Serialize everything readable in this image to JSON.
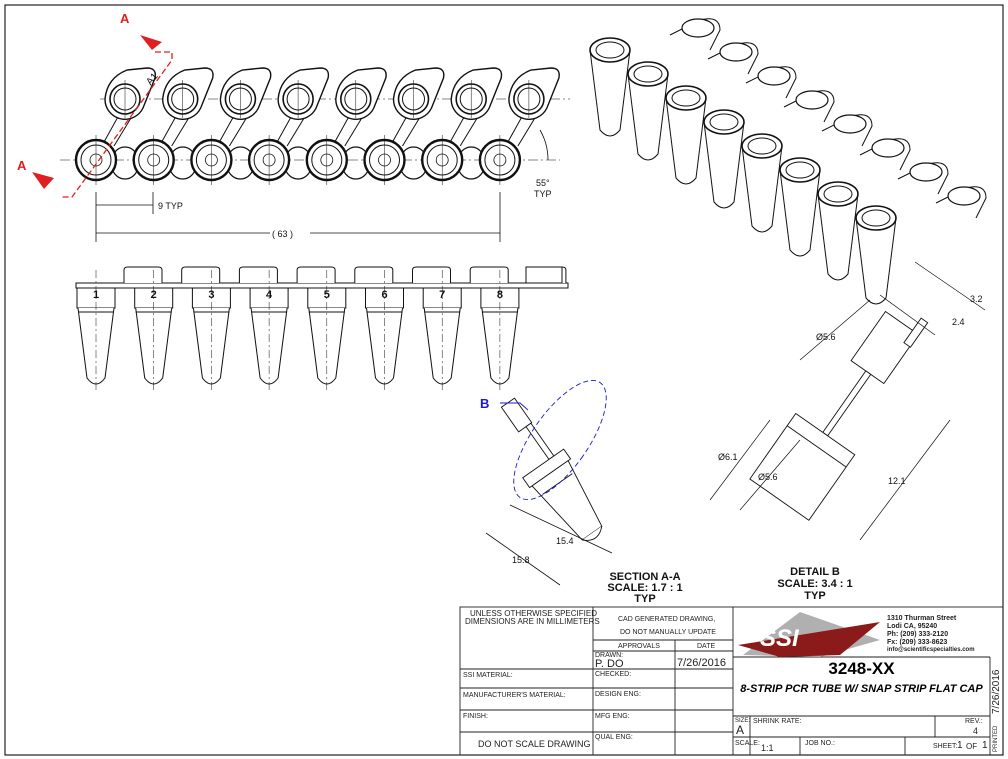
{
  "section_marker": {
    "label": "A",
    "color": "#e02020"
  },
  "detail_marker": {
    "label": "B",
    "color": "#1a1acc"
  },
  "top_view": {
    "pitch_dim": "9 TYP",
    "overall_dim": "( 63 )",
    "angle_dim": "55°",
    "angle_typ": "TYP",
    "cap_label": "A1"
  },
  "side_view": {
    "tube_numbers": [
      "1",
      "2",
      "3",
      "4",
      "5",
      "6",
      "7",
      "8"
    ]
  },
  "section_view": {
    "dims": [
      "15.4",
      "15.8"
    ],
    "title": "SECTION A-A",
    "scale": "SCALE: 1.7 : 1",
    "typ": "TYP"
  },
  "detail_view": {
    "dims": [
      "3.2",
      "2.4",
      "Ø5.6",
      "Ø6.1",
      "Ø5.6",
      "12.1"
    ],
    "title": "DETAIL B",
    "scale": "SCALE: 3.4 : 1",
    "typ": "TYP"
  },
  "title_block": {
    "notes": [
      "UNLESS OTHERWISE SPECIFIED",
      "DIMENSIONS ARE IN MILLIMETERS"
    ],
    "cad_note": [
      "CAD GENERATED DRAWING,",
      "DO NOT MANUALLY UPDATE"
    ],
    "approvals": "APPROVALS",
    "date_header": "DATE",
    "drawn_label": "DRAWN:",
    "drawn_by": "P. DO",
    "drawn_date": "7/26/2016",
    "checked": "CHECKED:",
    "design_eng": "DESIGN ENG:",
    "mfg_eng": "MFG ENG:",
    "qual_eng": "QUAL ENG:",
    "ssi_material": "SSI MATERIAL:",
    "mfr_material": "MANUFACTURER'S MATERIAL:",
    "finish": "FINISH:",
    "do_not_scale": "DO NOT SCALE DRAWING",
    "logo": "SSI",
    "address": [
      "1310 Thurman Street",
      "Lodi CA, 95240",
      "Ph: (209) 333-2120",
      "Fx:  (209) 333-8623",
      "info@scientificspecialties.com"
    ],
    "part_number": "3248-XX",
    "part_title": "8-STRIP PCR TUBE W/ SNAP STRIP FLAT CAP",
    "size_label": "SIZE:",
    "size": "A",
    "shrink_rate": "SHRINK RATE:",
    "rev_label": "REV.:",
    "rev": "4",
    "scale_label": "SCALE:",
    "scale": "1:1",
    "job_no": "JOB NO.:",
    "sheet_label": "SHEET:",
    "sheet": "1",
    "of": "OF",
    "sheet_total": "1",
    "printed_label": "PRINTED",
    "printed_date": "7/26/2016"
  }
}
